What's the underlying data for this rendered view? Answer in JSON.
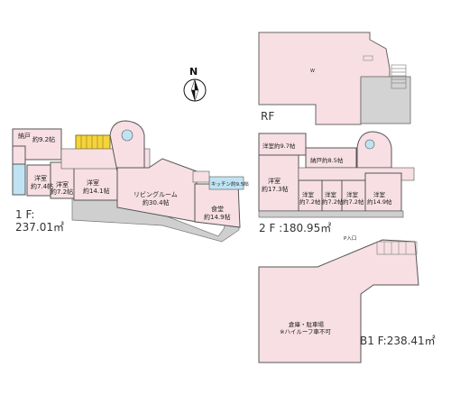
{
  "compass": {
    "north": "N"
  },
  "floors": {
    "rf": {
      "label": "RF",
      "roof_mark": "W"
    },
    "f1": {
      "label_line1": "1 F:",
      "label_line2": "237.01㎡"
    },
    "f2": {
      "label": "2 F :180.95㎡"
    },
    "b1": {
      "label": "B1 F:238.41㎡"
    }
  },
  "rooms_1f": [
    {
      "name": "納戸",
      "size": "約9.2帖"
    },
    {
      "name": "洋室",
      "size": "約7.4帖"
    },
    {
      "name": "洋室",
      "size": "約7.2帖"
    },
    {
      "name": "洋室",
      "size": "約14.1帖"
    },
    {
      "name": "リビングルーム",
      "size": "約30.4帖"
    },
    {
      "name": "食堂",
      "size": "約14.9帖"
    },
    {
      "name": "キッチン約9.5帖",
      "size": ""
    }
  ],
  "rooms_2f": [
    {
      "name": "洋室約9.7帖",
      "size": ""
    },
    {
      "name": "納戸約8.5帖",
      "size": ""
    },
    {
      "name": "洋室",
      "size": "約17.3帖"
    },
    {
      "name": "洋室",
      "size": "約7.2帖"
    },
    {
      "name": "洋室",
      "size": "約7.2帖"
    },
    {
      "name": "洋室",
      "size": "約7.2帖"
    },
    {
      "name": "洋室",
      "size": "約14.9帖"
    }
  ],
  "b1": {
    "line1": "倉庫・駐車場",
    "line2": "※ハイルーフ車不可",
    "entrance": "P入口"
  },
  "colors": {
    "room_fill": "#f7dfe4",
    "wall": "#555555",
    "stair_yellow": "#f5d33a",
    "bath_blue": "#bfe3f2",
    "terrace_gray": "#cfcfcf"
  }
}
